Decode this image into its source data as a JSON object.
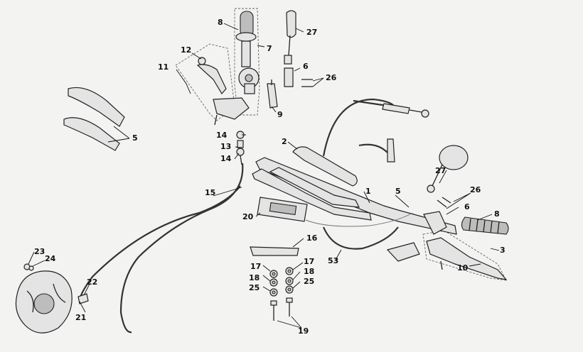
{
  "callouts": {
    "c1": "1",
    "c2": "2",
    "c3": "3",
    "c5a": "5",
    "c5b": "5",
    "c6a": "6",
    "c6b": "6",
    "c7": "7",
    "c8a": "8",
    "c8b": "8",
    "c9": "9",
    "c10": "10",
    "c11": "11",
    "c12": "12",
    "c13": "13",
    "c14a": "14",
    "c14b": "14",
    "c15": "15",
    "c16": "16",
    "c17a": "17",
    "c17b": "17",
    "c18a": "18",
    "c18b": "18",
    "c19": "19",
    "c20": "20",
    "c21": "21",
    "c22": "22",
    "c23": "23",
    "c24": "24",
    "c25a": "25",
    "c25b": "25",
    "c26a": "26",
    "c26b": "26",
    "c27a": "27",
    "c27b": "27",
    "c53": "53"
  }
}
